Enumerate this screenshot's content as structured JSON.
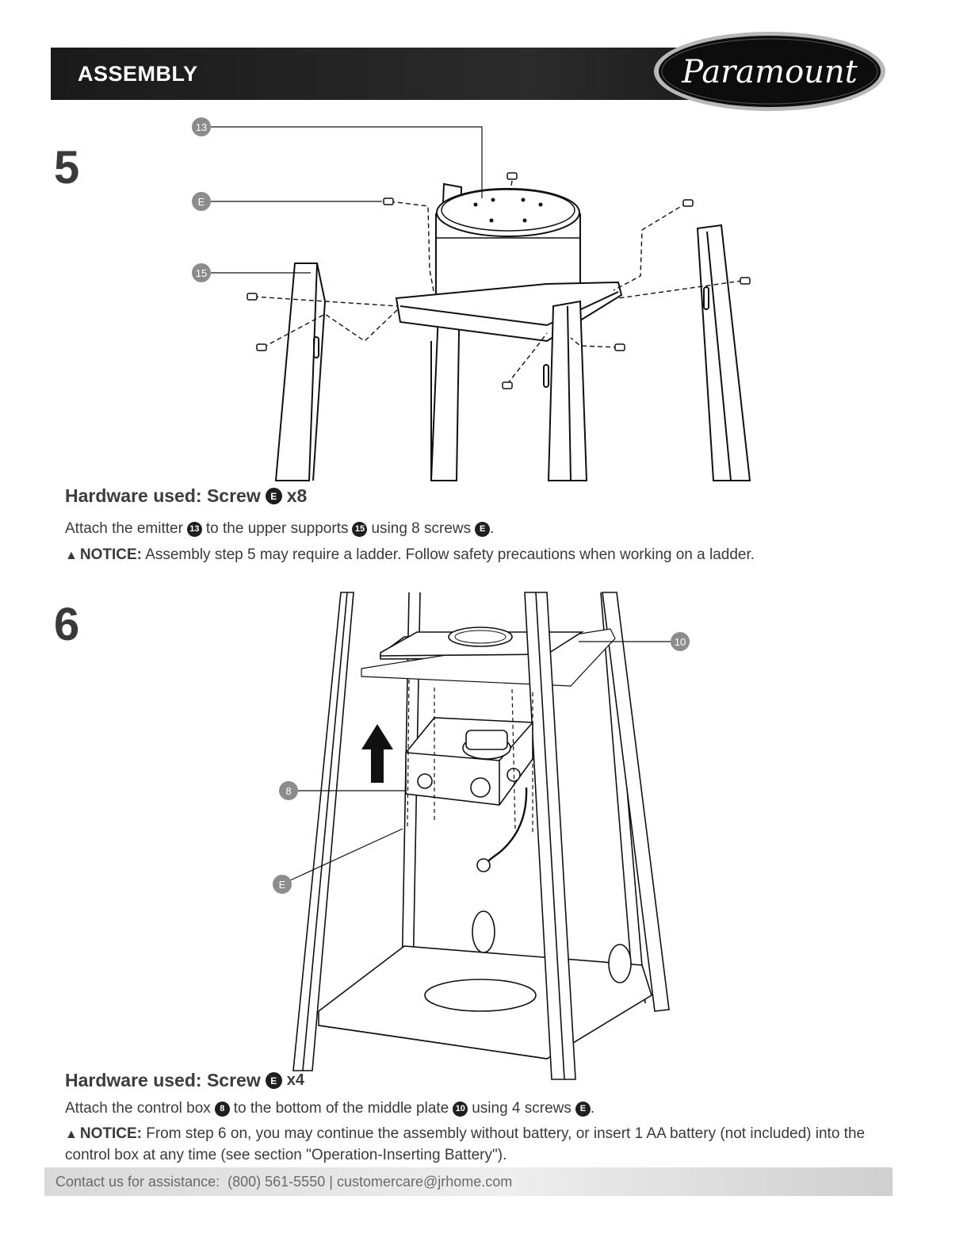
{
  "header": {
    "title": "ASSEMBLY",
    "logo_text": "Paramount"
  },
  "step5": {
    "number": "5",
    "callouts": {
      "emitter": "13",
      "screw": "E",
      "support": "15"
    },
    "hardware_label": "Hardware used: Screw",
    "hardware_badge": "E",
    "hardware_qty": "x8",
    "instruction": {
      "part1": "Attach the emitter",
      "badge1": "13",
      "part2": "to the upper supports",
      "badge2": "15",
      "part3": "using 8 screws",
      "badge3": "E",
      "end": "."
    },
    "notice_label": "NOTICE:",
    "notice_text": "Assembly step 5 may require a ladder. Follow safety precautions when working on a ladder."
  },
  "step6": {
    "number": "6",
    "callouts": {
      "middle_plate": "10",
      "control_box": "8",
      "screw": "E"
    },
    "hardware_label": "Hardware used: Screw",
    "hardware_badge": "E",
    "hardware_qty": "x4",
    "instruction": {
      "part1": "Attach the control box",
      "badge1": "8",
      "part2": "to the bottom of the middle plate",
      "badge2": "10",
      "part3": "using 4 screws",
      "badge3": "E",
      "end": "."
    },
    "notice_label": "NOTICE:",
    "notice_text": "From step 6 on, you may continue the assembly without battery, or insert 1 AA battery (not included) into the control box at any time (see section \"Operation-Inserting Battery\")."
  },
  "footer": {
    "contact_label": "Contact us for assistance:",
    "phone": "(800) 561-5550",
    "separator": "|",
    "email": "customercare@jrhome.com"
  },
  "icons": {
    "warning": "warning-triangle-icon",
    "upward": "up-arrow-icon"
  },
  "colors": {
    "header_bg": "#1a1a1a",
    "footer_bg": "#e0e0e0",
    "badge": "#1f1f1f",
    "callout": "#8c8c8c"
  }
}
